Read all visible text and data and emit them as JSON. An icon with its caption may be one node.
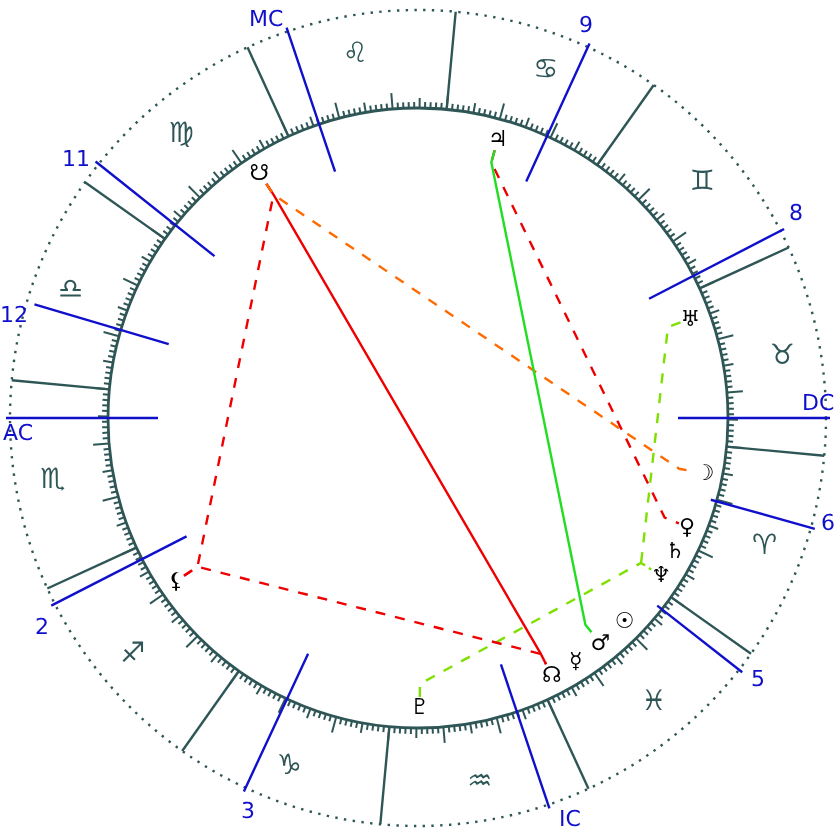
{
  "diagram": {
    "nodes": [
      {
        "text": [
          "☋"
        ]
      },
      {
        "text": [
          "♃"
        ]
      },
      {
        "text": [
          "♅"
        ]
      },
      {
        "text": [
          "☽"
        ]
      },
      {
        "text": [
          "♀"
        ]
      },
      {
        "text": [
          "♄"
        ]
      },
      {
        "text": [
          "♆"
        ]
      },
      {
        "text": [
          "☉"
        ]
      },
      {
        "text": [
          "♂"
        ]
      },
      {
        "text": [
          "☿"
        ]
      },
      {
        "text": [
          "☊"
        ]
      },
      {
        "text": [
          "♇"
        ]
      },
      {
        "text": [
          "⚸"
        ]
      }
    ],
    "edges": [
      {
        "from": 0,
        "to": 10,
        "arrow": "none"
      },
      {
        "from": 0,
        "to": 12,
        "arrow": "none",
        "style": "dashed"
      },
      {
        "from": 0,
        "to": 3,
        "arrow": "none",
        "style": "dashed",
        "color": "#ff6a00"
      },
      {
        "from": 1,
        "to": 4,
        "arrow": "none",
        "style": "dashed"
      },
      {
        "from": 1,
        "to": 8,
        "arrow": "none",
        "color": "#22dd22"
      },
      {
        "from": 2,
        "to": 6,
        "arrow": "none",
        "style": "dashed",
        "color": "#7fe000"
      },
      {
        "from": 11,
        "to": 6,
        "arrow": "none",
        "style": "dashed",
        "color": "#7fe000"
      },
      {
        "from": 12,
        "to": 10,
        "arrow": "none",
        "style": "dashed"
      }
    ],
    "labels": [
      "MC",
      "9",
      "♌",
      "♋",
      "♍",
      "11",
      "♊",
      "8",
      "♎",
      "12",
      "♉",
      "DC",
      "AC",
      "♏",
      "6",
      "♈",
      "2",
      "5",
      "♐",
      "♓",
      "3",
      "♑",
      "♒",
      "IC"
    ]
  }
}
